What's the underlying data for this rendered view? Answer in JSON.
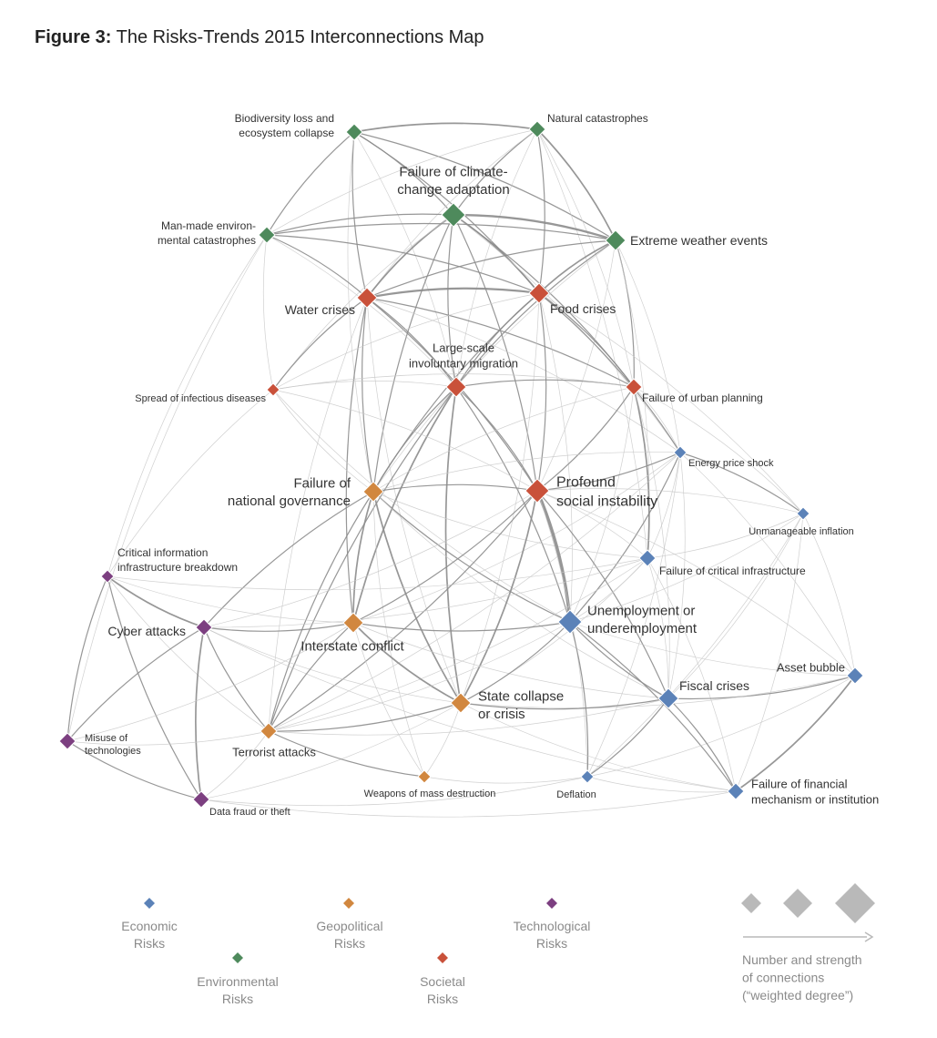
{
  "title": {
    "label": "Figure 3:",
    "text": " The Risks-Trends 2015 Interconnections Map"
  },
  "colors": {
    "economic": "#5b82b8",
    "environmental": "#4e8a5c",
    "geopolitical": "#d1873f",
    "societal": "#c9513a",
    "technological": "#7c3f80",
    "edge": "#c8c8c8",
    "edge_strong": "#8c8c8c",
    "legend_grey": "#b9b9b9"
  },
  "nodes": [
    {
      "id": "biodiversity",
      "label": [
        "Biodiversity loss and",
        "ecosystem collapse"
      ],
      "category": "environmental",
      "weight": 1
    },
    {
      "id": "natural_cat",
      "label": [
        "Natural catastrophes"
      ],
      "category": "environmental",
      "weight": 1
    },
    {
      "id": "climate",
      "label": [
        "Failure of climate-",
        "change adaptation"
      ],
      "category": "environmental",
      "weight": 3
    },
    {
      "id": "manmade",
      "label": [
        "Man-made environ-",
        "mental catastrophes"
      ],
      "category": "environmental",
      "weight": 1
    },
    {
      "id": "weather",
      "label": [
        "Extreme weather events"
      ],
      "category": "environmental",
      "weight": 2
    },
    {
      "id": "water",
      "label": [
        "Water crises"
      ],
      "category": "societal",
      "weight": 2
    },
    {
      "id": "food",
      "label": [
        "Food crises"
      ],
      "category": "societal",
      "weight": 2
    },
    {
      "id": "migration",
      "label": [
        "Large-scale",
        "involuntary migration"
      ],
      "category": "societal",
      "weight": 2
    },
    {
      "id": "infectious",
      "label": [
        "Spread of infectious diseases"
      ],
      "category": "societal",
      "weight": 0
    },
    {
      "id": "urban",
      "label": [
        "Failure of urban planning"
      ],
      "category": "societal",
      "weight": 1
    },
    {
      "id": "energy",
      "label": [
        "Energy price shock"
      ],
      "category": "economic",
      "weight": 0
    },
    {
      "id": "governance",
      "label": [
        "Failure of",
        "national governance"
      ],
      "category": "geopolitical",
      "weight": 2
    },
    {
      "id": "instability",
      "label": [
        "Profound",
        "social instability"
      ],
      "category": "societal",
      "weight": 3
    },
    {
      "id": "inflation",
      "label": [
        "Unmanageable inflation"
      ],
      "category": "economic",
      "weight": 0
    },
    {
      "id": "cii",
      "label": [
        "Critical information",
        "infrastructure breakdown"
      ],
      "category": "technological",
      "weight": 0
    },
    {
      "id": "crit_infra",
      "label": [
        "Failure of critical infrastructure"
      ],
      "category": "economic",
      "weight": 1
    },
    {
      "id": "cyber",
      "label": [
        "Cyber attacks"
      ],
      "category": "technological",
      "weight": 1
    },
    {
      "id": "interstate",
      "label": [
        "Interstate conflict"
      ],
      "category": "geopolitical",
      "weight": 2
    },
    {
      "id": "unemployment",
      "label": [
        "Unemployment or",
        "underemployment"
      ],
      "category": "economic",
      "weight": 3
    },
    {
      "id": "asset",
      "label": [
        "Asset bubble"
      ],
      "category": "economic",
      "weight": 1
    },
    {
      "id": "fiscal",
      "label": [
        "Fiscal crises"
      ],
      "category": "economic",
      "weight": 2
    },
    {
      "id": "state_collapse",
      "label": [
        "State collapse",
        "or crisis"
      ],
      "category": "geopolitical",
      "weight": 2
    },
    {
      "id": "misuse",
      "label": [
        "Misuse of",
        "technologies"
      ],
      "category": "technological",
      "weight": 1
    },
    {
      "id": "terrorist",
      "label": [
        "Terrorist attacks"
      ],
      "category": "geopolitical",
      "weight": 1
    },
    {
      "id": "wmd",
      "label": [
        "Weapons of mass destruction"
      ],
      "category": "geopolitical",
      "weight": 0
    },
    {
      "id": "deflation",
      "label": [
        "Deflation"
      ],
      "category": "economic",
      "weight": 0
    },
    {
      "id": "financial",
      "label": [
        "Failure of financial",
        "mechanism or institution"
      ],
      "category": "economic",
      "weight": 1
    },
    {
      "id": "fraud",
      "label": [
        "Data fraud or theft"
      ],
      "category": "technological",
      "weight": 1
    }
  ],
  "edges": [
    [
      "biodiversity",
      "natural_cat",
      2
    ],
    [
      "biodiversity",
      "climate",
      1
    ],
    [
      "biodiversity",
      "water",
      1
    ],
    [
      "biodiversity",
      "food",
      1
    ],
    [
      "biodiversity",
      "manmade",
      1
    ],
    [
      "biodiversity",
      "weather",
      1
    ],
    [
      "biodiversity",
      "migration",
      0
    ],
    [
      "biodiversity",
      "governance",
      0
    ],
    [
      "natural_cat",
      "climate",
      1
    ],
    [
      "natural_cat",
      "weather",
      2
    ],
    [
      "natural_cat",
      "water",
      0
    ],
    [
      "natural_cat",
      "food",
      1
    ],
    [
      "natural_cat",
      "migration",
      0
    ],
    [
      "natural_cat",
      "urban",
      0
    ],
    [
      "natural_cat",
      "crit_infra",
      0
    ],
    [
      "natural_cat",
      "manmade",
      0
    ],
    [
      "climate",
      "weather",
      3
    ],
    [
      "climate",
      "water",
      2
    ],
    [
      "climate",
      "food",
      2
    ],
    [
      "climate",
      "manmade",
      1
    ],
    [
      "climate",
      "migration",
      1
    ],
    [
      "climate",
      "instability",
      1
    ],
    [
      "climate",
      "governance",
      1
    ],
    [
      "climate",
      "urban",
      1
    ],
    [
      "climate",
      "infectious",
      0
    ],
    [
      "climate",
      "energy",
      0
    ],
    [
      "manmade",
      "weather",
      1
    ],
    [
      "manmade",
      "water",
      1
    ],
    [
      "manmade",
      "food",
      1
    ],
    [
      "manmade",
      "infectious",
      0
    ],
    [
      "manmade",
      "migration",
      0
    ],
    [
      "manmade",
      "cii",
      0
    ],
    [
      "manmade",
      "misuse",
      0
    ],
    [
      "weather",
      "water",
      1
    ],
    [
      "weather",
      "food",
      2
    ],
    [
      "weather",
      "urban",
      1
    ],
    [
      "weather",
      "migration",
      1
    ],
    [
      "weather",
      "energy",
      0
    ],
    [
      "weather",
      "crit_infra",
      0
    ],
    [
      "weather",
      "governance",
      0
    ],
    [
      "weather",
      "instability",
      0
    ],
    [
      "water",
      "food",
      3
    ],
    [
      "water",
      "migration",
      1
    ],
    [
      "water",
      "instability",
      1
    ],
    [
      "water",
      "governance",
      1
    ],
    [
      "water",
      "infectious",
      1
    ],
    [
      "water",
      "urban",
      1
    ],
    [
      "water",
      "interstate",
      1
    ],
    [
      "water",
      "state_collapse",
      0
    ],
    [
      "water",
      "energy",
      0
    ],
    [
      "water",
      "terrorist",
      0
    ],
    [
      "food",
      "migration",
      1
    ],
    [
      "food",
      "instability",
      1
    ],
    [
      "food",
      "governance",
      1
    ],
    [
      "food",
      "urban",
      1
    ],
    [
      "food",
      "energy",
      1
    ],
    [
      "food",
      "infectious",
      0
    ],
    [
      "food",
      "unemployment",
      0
    ],
    [
      "food",
      "state_collapse",
      0
    ],
    [
      "food",
      "inflation",
      0
    ],
    [
      "migration",
      "instability",
      1
    ],
    [
      "migration",
      "governance",
      1
    ],
    [
      "migration",
      "state_collapse",
      2
    ],
    [
      "migration",
      "interstate",
      2
    ],
    [
      "migration",
      "infectious",
      0
    ],
    [
      "migration",
      "urban",
      1
    ],
    [
      "migration",
      "unemployment",
      1
    ],
    [
      "migration",
      "terrorist",
      1
    ],
    [
      "infectious",
      "urban",
      0
    ],
    [
      "infectious",
      "governance",
      0
    ],
    [
      "infectious",
      "cii",
      0
    ],
    [
      "infectious",
      "unemployment",
      0
    ],
    [
      "infectious",
      "instability",
      0
    ],
    [
      "urban",
      "instability",
      1
    ],
    [
      "urban",
      "energy",
      0
    ],
    [
      "urban",
      "crit_infra",
      2
    ],
    [
      "urban",
      "governance",
      0
    ],
    [
      "urban",
      "unemployment",
      0
    ],
    [
      "urban",
      "inflation",
      0
    ],
    [
      "urban",
      "fiscal",
      0
    ],
    [
      "energy",
      "inflation",
      1
    ],
    [
      "energy",
      "instability",
      1
    ],
    [
      "energy",
      "crit_infra",
      0
    ],
    [
      "energy",
      "unemployment",
      1
    ],
    [
      "energy",
      "fiscal",
      0
    ],
    [
      "energy",
      "asset",
      0
    ],
    [
      "energy",
      "interstate",
      0
    ],
    [
      "energy",
      "deflation",
      0
    ],
    [
      "energy",
      "governance",
      0
    ],
    [
      "energy",
      "terrorist",
      0
    ],
    [
      "governance",
      "instability",
      1
    ],
    [
      "governance",
      "interstate",
      2
    ],
    [
      "governance",
      "state_collapse",
      2
    ],
    [
      "governance",
      "terrorist",
      1
    ],
    [
      "governance",
      "unemployment",
      1
    ],
    [
      "governance",
      "cyber",
      1
    ],
    [
      "governance",
      "wmd",
      0
    ],
    [
      "governance",
      "fiscal",
      0
    ],
    [
      "governance",
      "crit_infra",
      0
    ],
    [
      "instability",
      "unemployment",
      4
    ],
    [
      "instability",
      "state_collapse",
      2
    ],
    [
      "instability",
      "interstate",
      1
    ],
    [
      "instability",
      "terrorist",
      1
    ],
    [
      "instability",
      "fiscal",
      1
    ],
    [
      "instability",
      "crit_infra",
      0
    ],
    [
      "instability",
      "cyber",
      0
    ],
    [
      "instability",
      "asset",
      0
    ],
    [
      "instability",
      "deflation",
      0
    ],
    [
      "instability",
      "inflation",
      0
    ],
    [
      "inflation",
      "crit_infra",
      0
    ],
    [
      "inflation",
      "fiscal",
      0
    ],
    [
      "inflation",
      "asset",
      0
    ],
    [
      "inflation",
      "unemployment",
      0
    ],
    [
      "inflation",
      "financial",
      0
    ],
    [
      "inflation",
      "deflation",
      0
    ],
    [
      "cii",
      "cyber",
      2
    ],
    [
      "cii",
      "misuse",
      1
    ],
    [
      "cii",
      "fraud",
      1
    ],
    [
      "cii",
      "crit_infra",
      0
    ],
    [
      "cii",
      "terrorist",
      0
    ],
    [
      "cii",
      "interstate",
      0
    ],
    [
      "crit_infra",
      "unemployment",
      0
    ],
    [
      "crit_infra",
      "cyber",
      0
    ],
    [
      "crit_infra",
      "fiscal",
      0
    ],
    [
      "crit_infra",
      "state_collapse",
      0
    ],
    [
      "crit_infra",
      "terrorist",
      0
    ],
    [
      "crit_infra",
      "financial",
      0
    ],
    [
      "cyber",
      "interstate",
      1
    ],
    [
      "cyber",
      "fraud",
      2
    ],
    [
      "cyber",
      "misuse",
      1
    ],
    [
      "cyber",
      "terrorist",
      1
    ],
    [
      "cyber",
      "state_collapse",
      0
    ],
    [
      "cyber",
      "financial",
      0
    ],
    [
      "interstate",
      "state_collapse",
      2
    ],
    [
      "interstate",
      "terrorist",
      1
    ],
    [
      "interstate",
      "unemployment",
      1
    ],
    [
      "interstate",
      "wmd",
      0
    ],
    [
      "interstate",
      "misuse",
      0
    ],
    [
      "interstate",
      "fiscal",
      0
    ],
    [
      "unemployment",
      "fiscal",
      1
    ],
    [
      "unemployment",
      "state_collapse",
      1
    ],
    [
      "unemployment",
      "financial",
      1
    ],
    [
      "unemployment",
      "deflation",
      1
    ],
    [
      "unemployment",
      "asset",
      0
    ],
    [
      "unemployment",
      "terrorist",
      0
    ],
    [
      "asset",
      "fiscal",
      1
    ],
    [
      "asset",
      "financial",
      2
    ],
    [
      "asset",
      "deflation",
      0
    ],
    [
      "asset",
      "state_collapse",
      0
    ],
    [
      "fiscal",
      "state_collapse",
      1
    ],
    [
      "fiscal",
      "financial",
      1
    ],
    [
      "fiscal",
      "deflation",
      1
    ],
    [
      "fiscal",
      "terrorist",
      0
    ],
    [
      "state_collapse",
      "terrorist",
      1
    ],
    [
      "state_collapse",
      "wmd",
      0
    ],
    [
      "state_collapse",
      "fraud",
      0
    ],
    [
      "state_collapse",
      "financial",
      0
    ],
    [
      "misuse",
      "fraud",
      1
    ],
    [
      "misuse",
      "terrorist",
      0
    ],
    [
      "terrorist",
      "wmd",
      1
    ],
    [
      "terrorist",
      "fraud",
      0
    ],
    [
      "wmd",
      "deflation",
      0
    ],
    [
      "deflation",
      "financial",
      0
    ],
    [
      "fraud",
      "financial",
      0
    ],
    [
      "fraud",
      "deflation",
      0
    ]
  ],
  "legend": {
    "categories": [
      {
        "key": "economic",
        "lines": [
          "Economic",
          "Risks"
        ]
      },
      {
        "key": "environmental",
        "lines": [
          "Environmental",
          "Risks"
        ]
      },
      {
        "key": "geopolitical",
        "lines": [
          "Geopolitical",
          "Risks"
        ]
      },
      {
        "key": "societal",
        "lines": [
          "Societal",
          "Risks"
        ]
      },
      {
        "key": "technological",
        "lines": [
          "Technological",
          "Risks"
        ]
      }
    ],
    "size_caption": [
      "Number and strength",
      "of connections",
      "(“weighted degree”)"
    ]
  }
}
